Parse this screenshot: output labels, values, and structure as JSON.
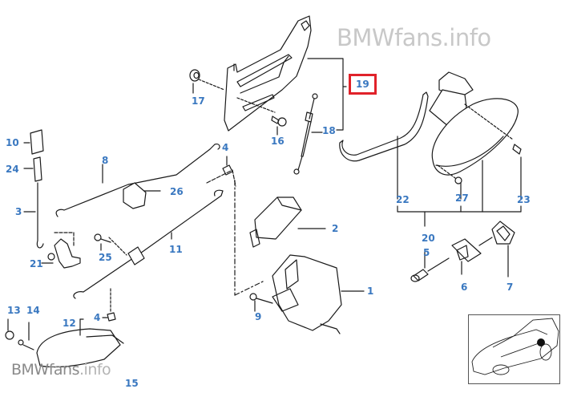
{
  "watermark_top": "BMWfans.info",
  "watermark_bottom": {
    "strong": "BMWfans",
    "dim": ".info"
  },
  "highlighted_part": "19",
  "labels": [
    {
      "id": "1",
      "text": "1"
    },
    {
      "id": "2",
      "text": "2"
    },
    {
      "id": "3",
      "text": "3"
    },
    {
      "id": "4a",
      "text": "4"
    },
    {
      "id": "4b",
      "text": "4"
    },
    {
      "id": "5",
      "text": "5"
    },
    {
      "id": "6",
      "text": "6"
    },
    {
      "id": "7",
      "text": "7"
    },
    {
      "id": "8",
      "text": "8"
    },
    {
      "id": "9",
      "text": "9"
    },
    {
      "id": "10",
      "text": "10"
    },
    {
      "id": "11",
      "text": "11"
    },
    {
      "id": "12",
      "text": "12"
    },
    {
      "id": "13",
      "text": "13"
    },
    {
      "id": "14",
      "text": "14"
    },
    {
      "id": "15",
      "text": "15"
    },
    {
      "id": "16",
      "text": "16"
    },
    {
      "id": "17",
      "text": "17"
    },
    {
      "id": "18",
      "text": "18"
    },
    {
      "id": "19",
      "text": "19"
    },
    {
      "id": "20",
      "text": "20"
    },
    {
      "id": "21",
      "text": "21"
    },
    {
      "id": "22",
      "text": "22"
    },
    {
      "id": "23",
      "text": "23"
    },
    {
      "id": "24",
      "text": "24"
    },
    {
      "id": "25",
      "text": "25"
    },
    {
      "id": "26",
      "text": "26"
    },
    {
      "id": "27",
      "text": "27"
    }
  ],
  "colors": {
    "label": "#3a78c0",
    "highlight": "#e0222a",
    "line": "#1a1a1a"
  }
}
